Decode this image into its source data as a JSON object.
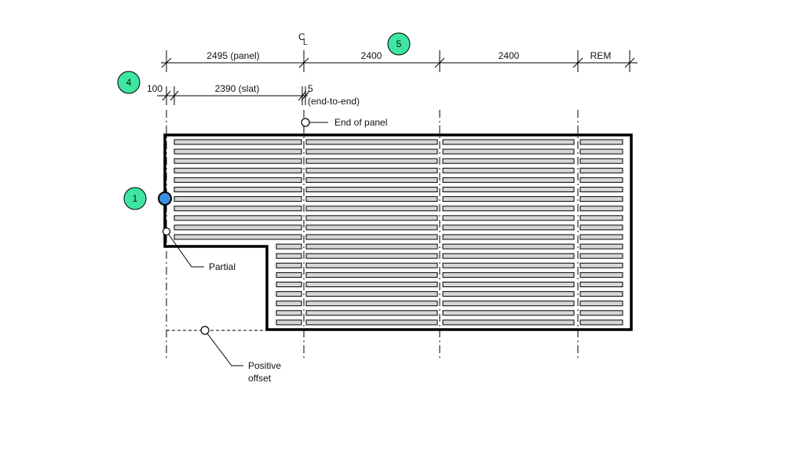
{
  "dimensions": {
    "top_row": [
      "2495 (panel)",
      "2400",
      "2400",
      "REM"
    ],
    "second_row": {
      "left": "100",
      "slat": "2390 (slat)",
      "gap": "5",
      "gap_note": "(end-to-end)"
    },
    "centerline_symbol_c": "C",
    "centerline_symbol_l": "L"
  },
  "callouts": {
    "end_of_panel": "End of panel",
    "partial": "Partial",
    "positive_offset_line1": "Positive",
    "positive_offset_line2": "offset"
  },
  "badges": {
    "badge_1": "1",
    "badge_4": "4",
    "badge_5": "5"
  },
  "colors": {
    "badge_fill": "#3fe6a1",
    "marker_blue": "#3b8fe0",
    "slat_fill": "#d6d6d6",
    "outline": "#000000"
  },
  "layout_counts": {
    "slat_rows_upper": 11,
    "slat_rows_lower": 9
  }
}
